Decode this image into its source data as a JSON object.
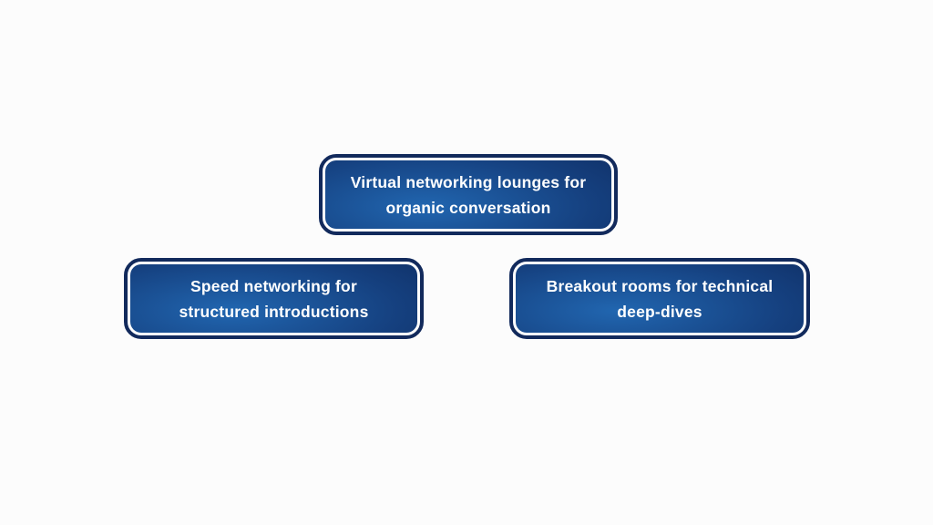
{
  "diagram": {
    "description": "Three rounded navy gradient boxes arranged with one on top center and two below",
    "nodes": [
      {
        "id": "virtual-lounges",
        "label": "Virtual networking lounges for organic conversation",
        "lines": [
          "Virtual networking lounges for",
          "organic conversation"
        ],
        "position": "top-center"
      },
      {
        "id": "speed-networking",
        "label": "Speed networking for structured introductions",
        "lines": [
          "Speed networking for",
          "structured introductions"
        ],
        "position": "bottom-left"
      },
      {
        "id": "breakout-rooms",
        "label": "Breakout rooms for technical deep-dives",
        "lines": [
          "Breakout rooms for technical",
          "deep-dives"
        ],
        "position": "bottom-right"
      }
    ]
  },
  "colors": {
    "bg": "#fcfcfc",
    "border_navy": "#122a5c",
    "ring_white": "#ffffff",
    "gradient_light": "#2166b0",
    "gradient_mid": "#15407f",
    "gradient_dark": "#0a1d4a",
    "text": "#ffffff"
  }
}
